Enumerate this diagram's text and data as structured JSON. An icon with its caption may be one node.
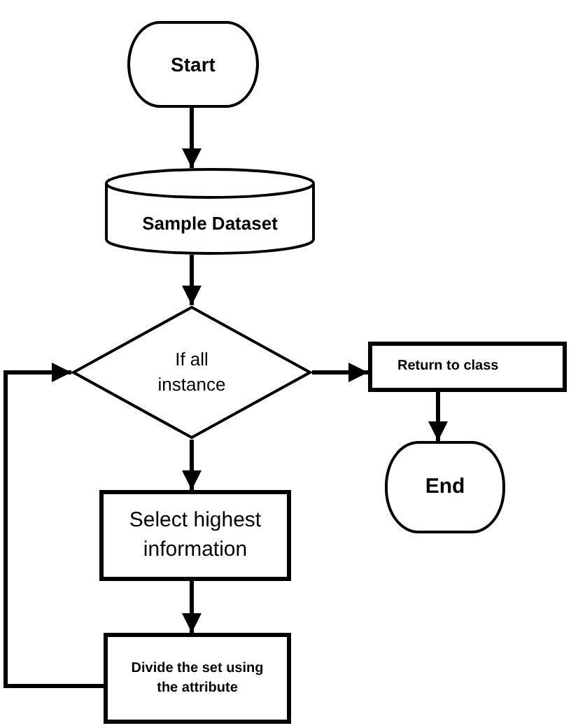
{
  "diagram": {
    "nodes": [
      {
        "text": [
          "Start"
        ]
      },
      {
        "text": [
          "Sample Dataset"
        ]
      },
      {
        "text": [
          "If all instance"
        ]
      },
      {
        "text": [
          "Return to class"
        ]
      },
      {
        "text": [
          "End"
        ]
      },
      {
        "text": [
          "Select highest information"
        ]
      },
      {
        "text": [
          "Divide the set using the attribute"
        ]
      }
    ],
    "edges": [
      {
        "from": 0,
        "to": 1,
        "arrow": "to"
      },
      {
        "from": 1,
        "to": 2,
        "arrow": "to"
      },
      {
        "from": 2,
        "to": 3,
        "arrow": "to"
      },
      {
        "from": 3,
        "to": 4,
        "arrow": "to"
      },
      {
        "from": 2,
        "to": 5,
        "arrow": "to"
      },
      {
        "from": 5,
        "to": 6,
        "arrow": "to"
      },
      {
        "from": 6,
        "to": 2,
        "arrow": "to"
      }
    ]
  }
}
